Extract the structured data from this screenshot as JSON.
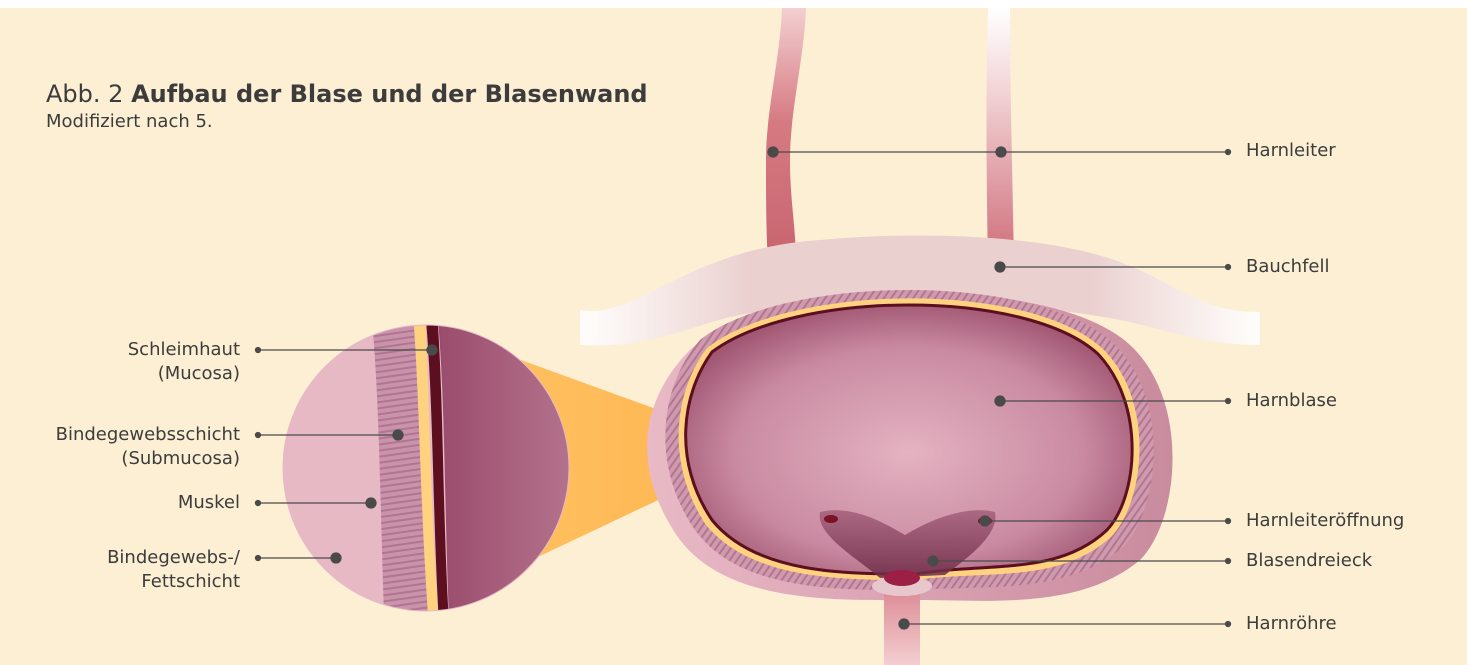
{
  "figure": {
    "title_prefix": "Abb. 2",
    "title_bold": "Aufbau der Blase und der Blasenwand",
    "subtitle": "Modifiziert nach 5."
  },
  "labels_right": {
    "ureter": "Harnleiter",
    "peritoneum": "Bauchfell",
    "bladder": "Harnblase",
    "ureter_opening": "Harnleiteröffnung",
    "trigone": "Blasendreieck",
    "urethra": "Harnröhre"
  },
  "labels_left": {
    "mucosa_line1": "Schleimhaut",
    "mucosa_line2": "(Mucosa)",
    "submucosa_line1": "Bindegewebsschicht",
    "submucosa_line2": "(Submucosa)",
    "muscle": "Muskel",
    "fat_line1": "Bindegewebs-/",
    "fat_line2": "Fettschicht"
  },
  "colors": {
    "background": "#fdefd4",
    "leader": "#4a4a4a",
    "bladder_wall": "#5c0f1e",
    "submucosa": "#ffd27f",
    "muscle": "#c98fa8",
    "lumen": "#c77f99",
    "highlight": "#ffb74d"
  }
}
